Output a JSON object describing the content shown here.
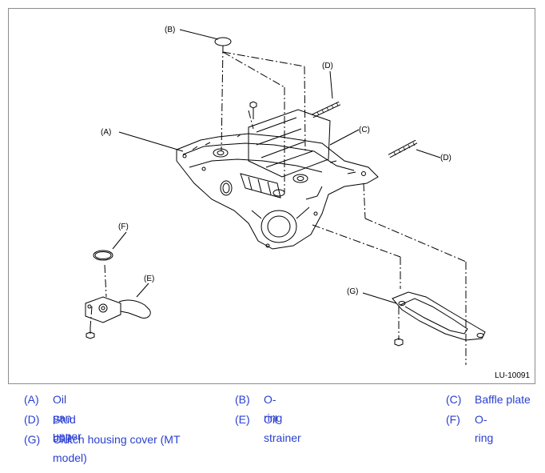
{
  "figure": {
    "code": "LU-10091",
    "callouts": {
      "A": "(A)",
      "B": "(B)",
      "C": "(C)",
      "D1": "(D)",
      "D2": "(D)",
      "E": "(E)",
      "F": "(F)",
      "G": "(G)"
    }
  },
  "legend": [
    {
      "key": "(A)",
      "label": "Oil pan upper"
    },
    {
      "key": "(B)",
      "label": "O-ring"
    },
    {
      "key": "(C)",
      "label": "Baffle plate"
    },
    {
      "key": "(D)",
      "label": "Stud bolt"
    },
    {
      "key": "(E)",
      "label": "Oil strainer"
    },
    {
      "key": "(F)",
      "label": "O-ring"
    },
    {
      "key": "(G)",
      "label": "Clutch housing cover (MT",
      "label2": "model)"
    }
  ],
  "colors": {
    "legend_text": "#2a3fd0",
    "line": "#000000",
    "frame": "#8c8c8c"
  }
}
